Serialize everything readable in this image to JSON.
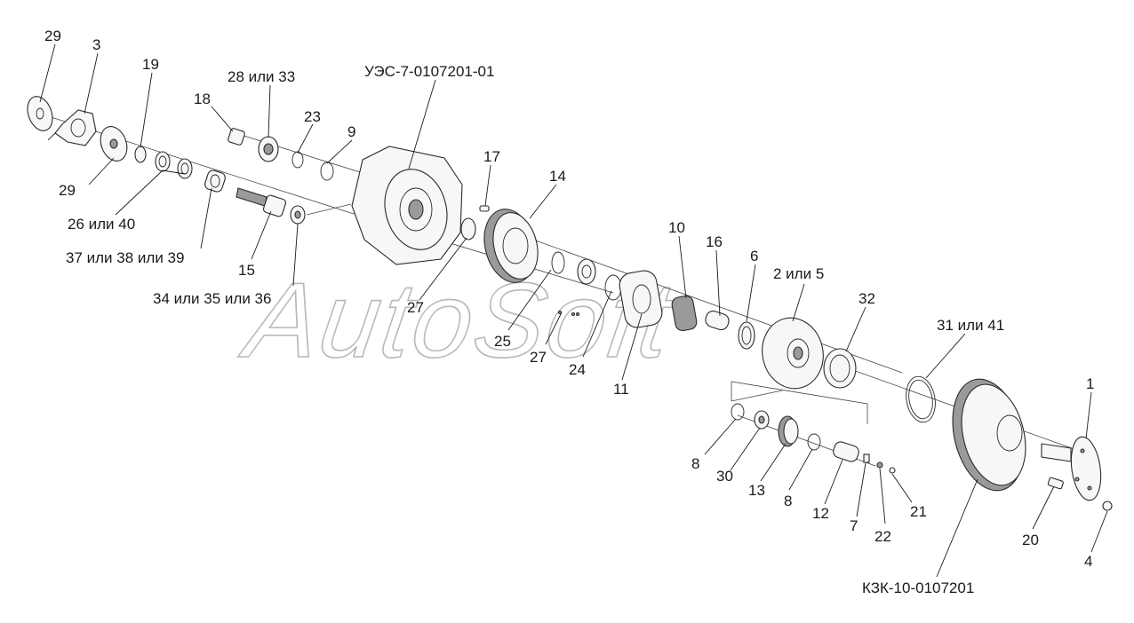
{
  "watermark": "AutoSoft",
  "callouts": [
    {
      "id": "c29a",
      "text": "29"
    },
    {
      "id": "c3",
      "text": "3"
    },
    {
      "id": "c19",
      "text": "19"
    },
    {
      "id": "c18",
      "text": "18"
    },
    {
      "id": "c28",
      "text": "28 или 33"
    },
    {
      "id": "c23",
      "text": "23"
    },
    {
      "id": "c9",
      "text": "9"
    },
    {
      "id": "cues",
      "text": "УЭС-7-0107201-01"
    },
    {
      "id": "c29b",
      "text": "29"
    },
    {
      "id": "c26",
      "text": "26 или 40"
    },
    {
      "id": "c37",
      "text": "37 или 38 или 39"
    },
    {
      "id": "c15",
      "text": "15"
    },
    {
      "id": "c34",
      "text": "34 или 35 или 36"
    },
    {
      "id": "c17",
      "text": "17"
    },
    {
      "id": "c14",
      "text": "14"
    },
    {
      "id": "c27a",
      "text": "27"
    },
    {
      "id": "c25",
      "text": "25"
    },
    {
      "id": "c27b",
      "text": "27"
    },
    {
      "id": "c24",
      "text": "24"
    },
    {
      "id": "c11",
      "text": "11"
    },
    {
      "id": "c10",
      "text": "10"
    },
    {
      "id": "c16",
      "text": "16"
    },
    {
      "id": "c6",
      "text": "6"
    },
    {
      "id": "c2",
      "text": "2 или 5"
    },
    {
      "id": "c32",
      "text": "32"
    },
    {
      "id": "c31",
      "text": "31 или 41"
    },
    {
      "id": "c1",
      "text": "1"
    },
    {
      "id": "c8a",
      "text": "8"
    },
    {
      "id": "c30",
      "text": "30"
    },
    {
      "id": "c13",
      "text": "13"
    },
    {
      "id": "c8b",
      "text": "8"
    },
    {
      "id": "c12",
      "text": "12"
    },
    {
      "id": "c7",
      "text": "7"
    },
    {
      "id": "c22",
      "text": "22"
    },
    {
      "id": "c21",
      "text": "21"
    },
    {
      "id": "c20",
      "text": "20"
    },
    {
      "id": "c4",
      "text": "4"
    },
    {
      "id": "ckzk",
      "text": "КЗК-10-0107201"
    }
  ]
}
